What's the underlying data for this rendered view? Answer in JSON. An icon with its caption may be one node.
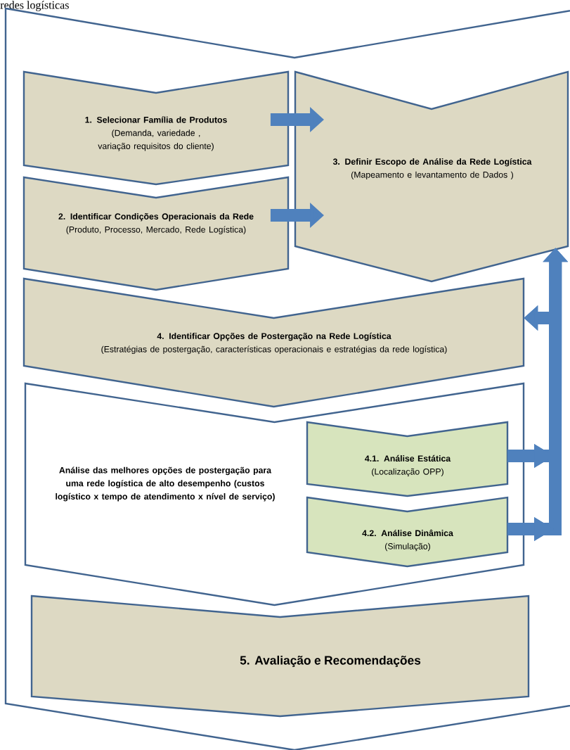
{
  "diagram": {
    "title": "redes logísticas",
    "nodes": [
      {
        "text": [],
        "shape": "chevron"
      },
      {
        "text": [
          "1. Selecionar Família de Produtos",
          "(Demanda, variedade , variação requisitos do cliente)"
        ],
        "in": 0
      },
      {
        "text": [
          "2. Identificar Condições Operacionais da Rede",
          "(Produto, Processo, Mercado, Rede Logística)"
        ],
        "in": 0
      },
      {
        "text": [
          "3. Definir Escopo de Análise da Rede Logística",
          "(Mapeamento e levantamento de Dados )"
        ],
        "in": 0
      },
      {
        "text": [
          "4. Identificar Opções de Postergação na Rede Logística",
          "(Estratégias de postergação, características  operacionais e estratégias da rede logística)"
        ],
        "in": 0
      },
      {
        "text": [
          "Análise das melhores opções de postergação para  uma rede logística de alto desempenho (custos logístico x tempo de atendimento x nível de serviço)"
        ],
        "in": 0
      },
      {
        "text": [
          "4.1. Análise Estática",
          "(Localização OPP)"
        ],
        "in": 5
      },
      {
        "text": [
          "4.2. Análise Dinâmica",
          "(Simulação)"
        ],
        "in": 5
      },
      {
        "text": [
          "5. Avaliação e Recomendações"
        ],
        "in": 0
      }
    ],
    "edges": [
      {
        "from": 1,
        "to": 3,
        "arrow": "to"
      },
      {
        "from": 2,
        "to": 3,
        "arrow": "to"
      },
      {
        "from": 6,
        "to": 3,
        "arrow": "to"
      },
      {
        "from": 6,
        "to": 4,
        "arrow": "to"
      },
      {
        "from": 7,
        "to": 3,
        "arrow": "to"
      },
      {
        "from": 7,
        "to": 4,
        "arrow": "to"
      }
    ]
  }
}
